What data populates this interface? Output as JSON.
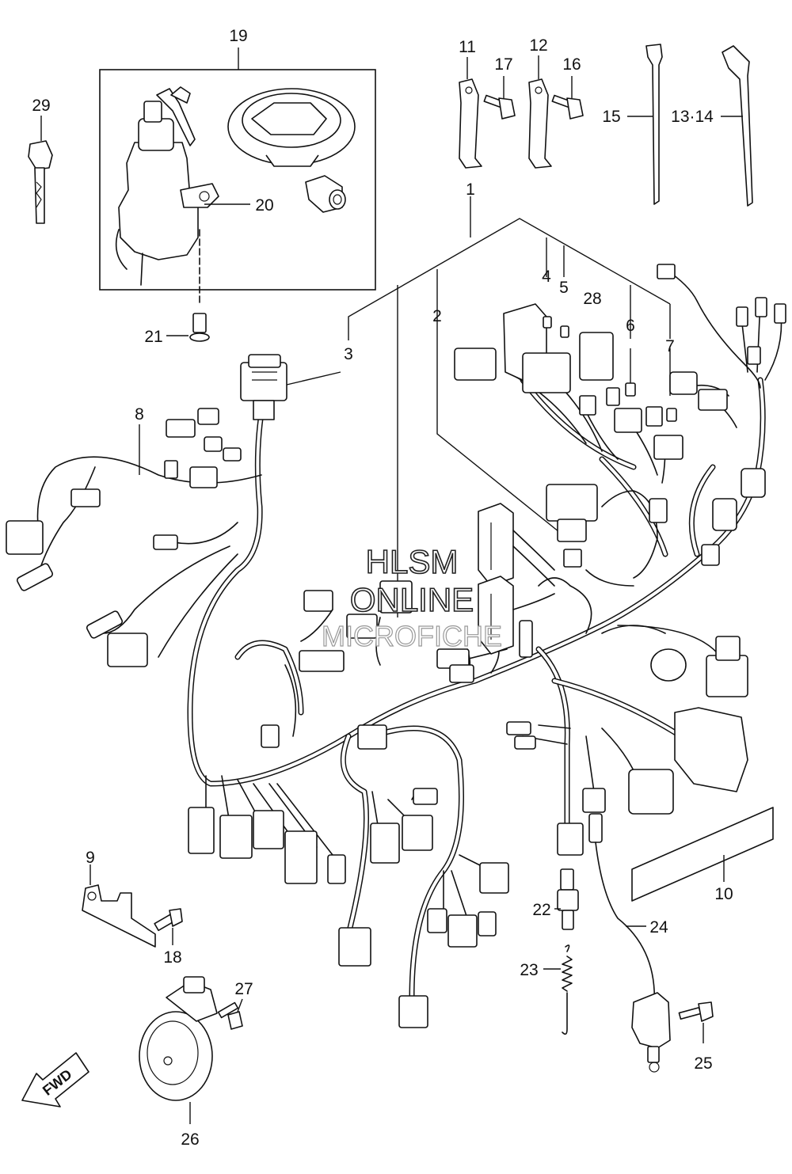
{
  "labels": {
    "l1": "1",
    "l2": "2",
    "l3": "3",
    "l4": "4",
    "l5": "5",
    "l6": "6",
    "l7": "7",
    "l8": "8",
    "l9": "9",
    "l10": "10",
    "l11": "11",
    "l12": "12",
    "l13_14": "13·14",
    "l15": "15",
    "l16": "16",
    "l17": "17",
    "l18": "18",
    "l19": "19",
    "l20": "20",
    "l21": "21",
    "l22": "22",
    "l23": "23",
    "l24": "24",
    "l25": "25",
    "l26": "26",
    "l27": "27",
    "l28": "28",
    "l29": "29"
  },
  "watermark": {
    "line1": "HLSM",
    "line2": "ONLINE",
    "line3": "MICROFICHE"
  },
  "fwd": {
    "text": "FWD"
  }
}
